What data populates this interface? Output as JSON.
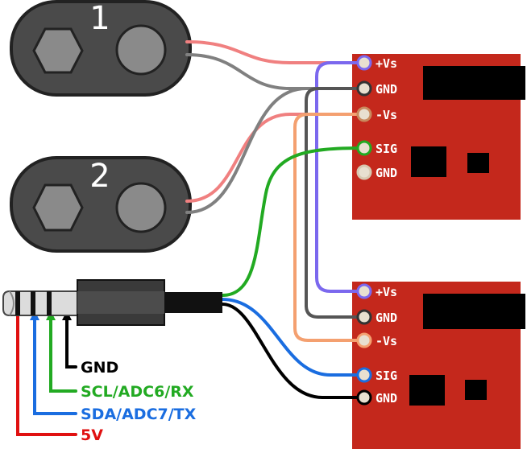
{
  "batteries": [
    {
      "label": "1"
    },
    {
      "label": "2"
    }
  ],
  "boards": [
    {
      "pins": [
        "+Vs",
        "GND",
        "-Vs",
        "SIG",
        "GND"
      ]
    },
    {
      "pins": [
        "+Vs",
        "GND",
        "-Vs",
        "SIG",
        "GND"
      ]
    }
  ],
  "jack_labels": [
    {
      "text": "GND",
      "color": "#000000"
    },
    {
      "text": "SCL/ADC6/RX",
      "color": "#22aa22"
    },
    {
      "text": "SDA/ADC7/TX",
      "color": "#1a6de0"
    },
    {
      "text": "5V",
      "color": "#e01010"
    }
  ],
  "colors": {
    "board": "#c4281c",
    "battery": "#4a4a4a",
    "wire_pos": "#f08080",
    "wire_neg": "#808080",
    "wire_purple": "#7b68ee",
    "wire_orange": "#f4a070",
    "wire_green": "#22aa22",
    "wire_blue": "#1a6de0",
    "wire_black": "#000000"
  }
}
